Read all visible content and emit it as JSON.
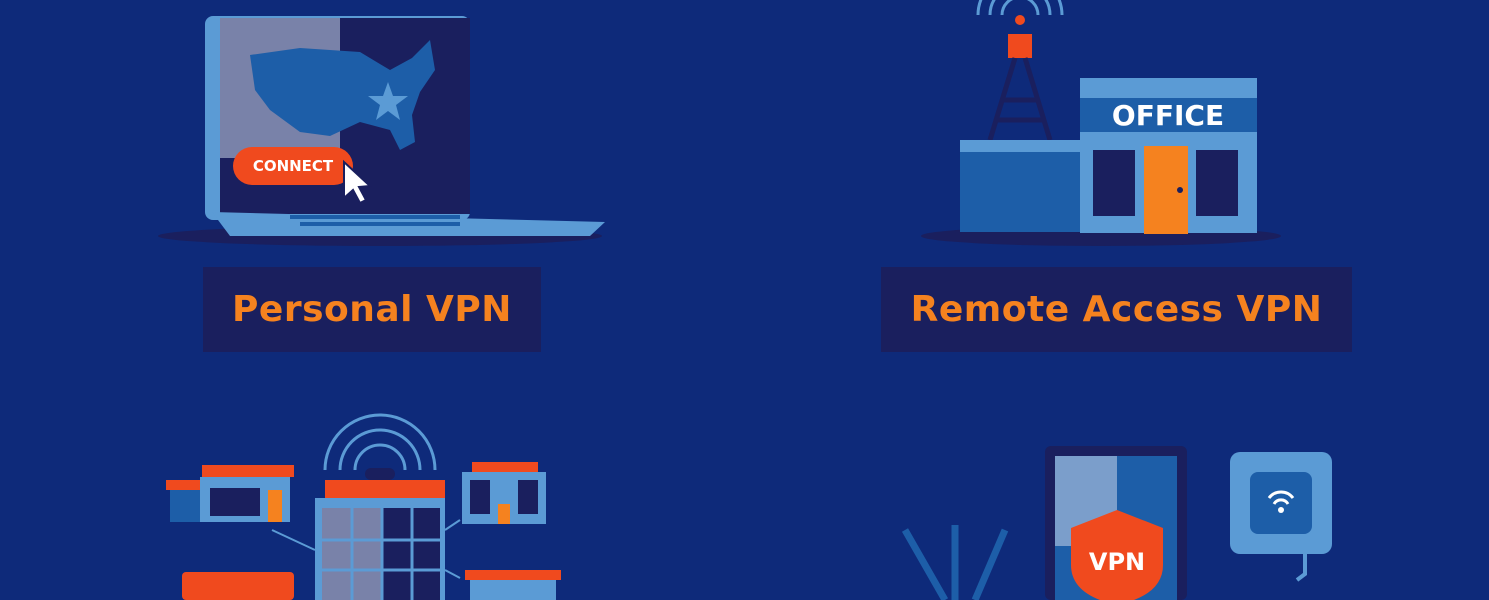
{
  "cards": [
    {
      "title": "Personal VPN",
      "button_label": "CONNECT"
    },
    {
      "title": "Remote Access VPN",
      "sign_label": "OFFICE"
    },
    {
      "title": ""
    },
    {
      "badge_label": "VPN"
    }
  ],
  "colors": {
    "background": "#0e2a7a",
    "label_bg": "#1a1f5e",
    "accent_orange": "#f5821f",
    "accent_red": "#f04a1e",
    "light_blue": "#5b9bd5"
  }
}
